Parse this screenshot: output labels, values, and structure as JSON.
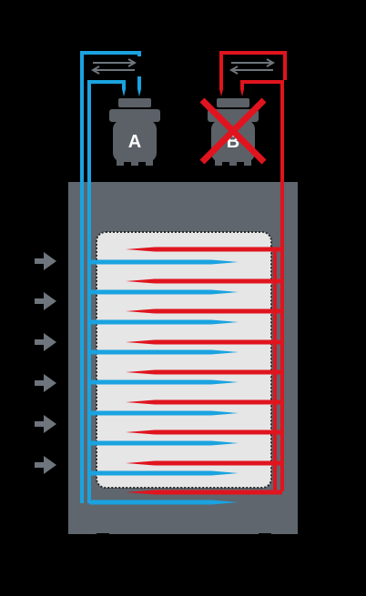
{
  "compressors": [
    {
      "label": "A",
      "state": "active"
    },
    {
      "label": "B",
      "state": "disabled"
    }
  ],
  "indicators": {
    "disabled_mark": "x-mark-icon",
    "flow_arrow": "right-arrow-icon",
    "valve": "reversing-valve-icon"
  },
  "colors": {
    "background": "#000000",
    "cabinet": "#5f666d",
    "panel": "#e6e6e6",
    "panel_border": "#2a2a2a",
    "cold_circuit": "#1aa3e0",
    "hot_circuit": "#e0141e",
    "arrow": "#6e757c",
    "compressor": "#5c6168",
    "compressor_label": "#ffffff"
  }
}
